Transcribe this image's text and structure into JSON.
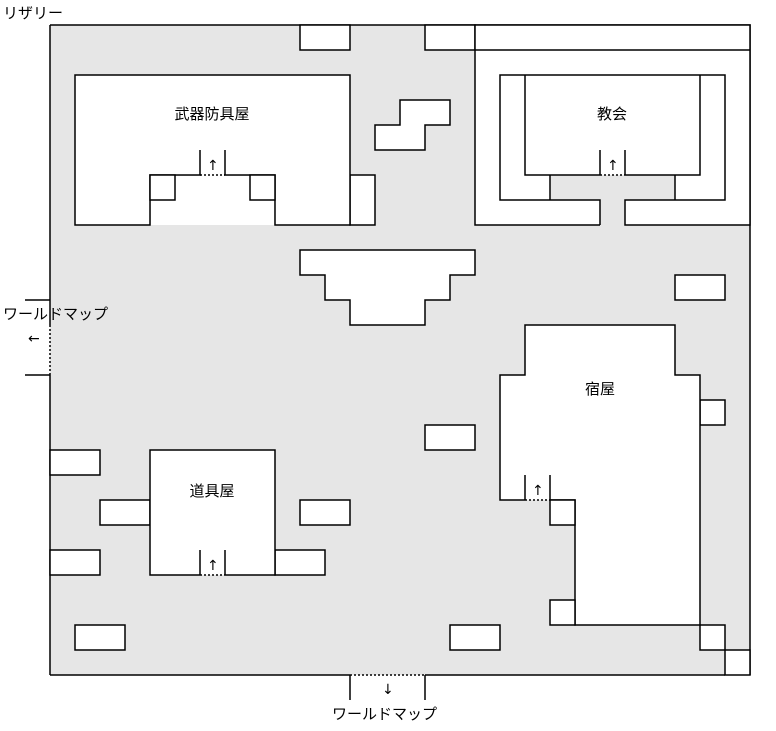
{
  "map": {
    "town_name": "リザリー",
    "buildings": {
      "weapon_armor_shop": "武器防具屋",
      "church": "教会",
      "inn": "宿屋",
      "item_shop": "道具屋"
    },
    "exits": {
      "west": {
        "label": "ワールドマップ",
        "arrow": "←"
      },
      "south": {
        "label": "ワールドマップ",
        "arrow": "↓"
      }
    },
    "door_arrow": "↑",
    "colors": {
      "ground": "#e6e6e6",
      "wall": "#ffffff",
      "line": "#000000"
    }
  }
}
